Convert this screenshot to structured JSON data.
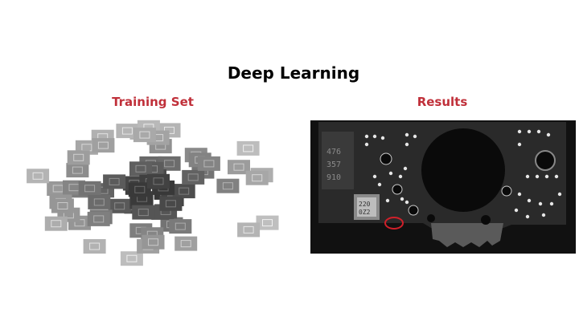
{
  "slide": {
    "title": "Deep Learning",
    "training_label": "Training Set",
    "results_label": "Results"
  },
  "results_image": {
    "component_top_text": [
      "476",
      "357",
      "910"
    ],
    "inductor_text": [
      "220",
      "0Z2"
    ],
    "defect_marker_color": "#d0202a"
  },
  "colors": {
    "accent_red": "#c0303a",
    "title_black": "#000000",
    "board_dark": "#141414"
  }
}
